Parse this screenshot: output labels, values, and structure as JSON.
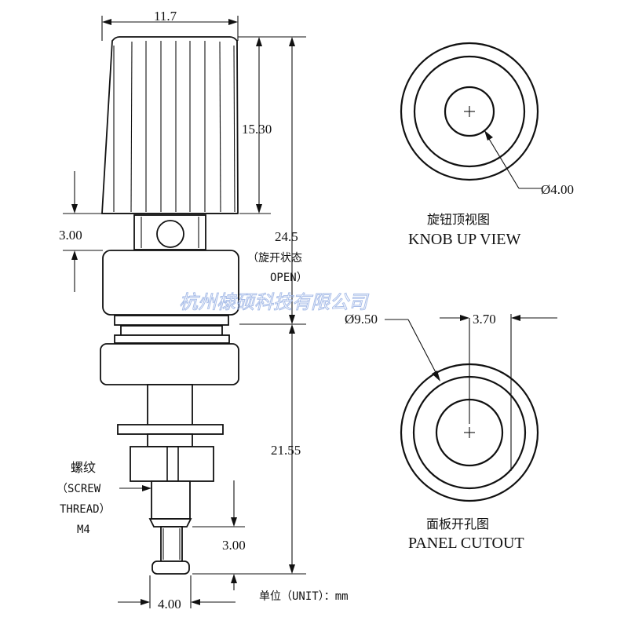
{
  "colors": {
    "line": "#111111",
    "watermark": "#9fb6e6"
  },
  "side_view": {
    "dim_knob_width": "11.7",
    "dim_knob_height": "15.30",
    "dim_gap": "3.00",
    "dim_open_length": "24.5",
    "state_label_cn": "（旋开状态",
    "state_label_en": "OPEN）",
    "dim_lower_length": "21.55",
    "thread_label_cn": "螺纹",
    "thread_label_en_1": "（SCREW",
    "thread_label_en_2": "THREAD）",
    "thread_size": "M4",
    "dim_tip_height": "3.00",
    "dim_tip_width": "4.00",
    "unit_label": "单位（UNIT）：mm"
  },
  "knob_view": {
    "dim_hole": "Ø4.00",
    "title_cn": "旋钮顶视图",
    "title_en": "KNOB UP VIEW"
  },
  "panel_view": {
    "dim_outer": "Ø9.50",
    "dim_offset": "3.70",
    "title_cn": "面板开孔图",
    "title_en": "PANEL CUTOUT"
  },
  "watermark": "杭州棣硕科技有限公司"
}
